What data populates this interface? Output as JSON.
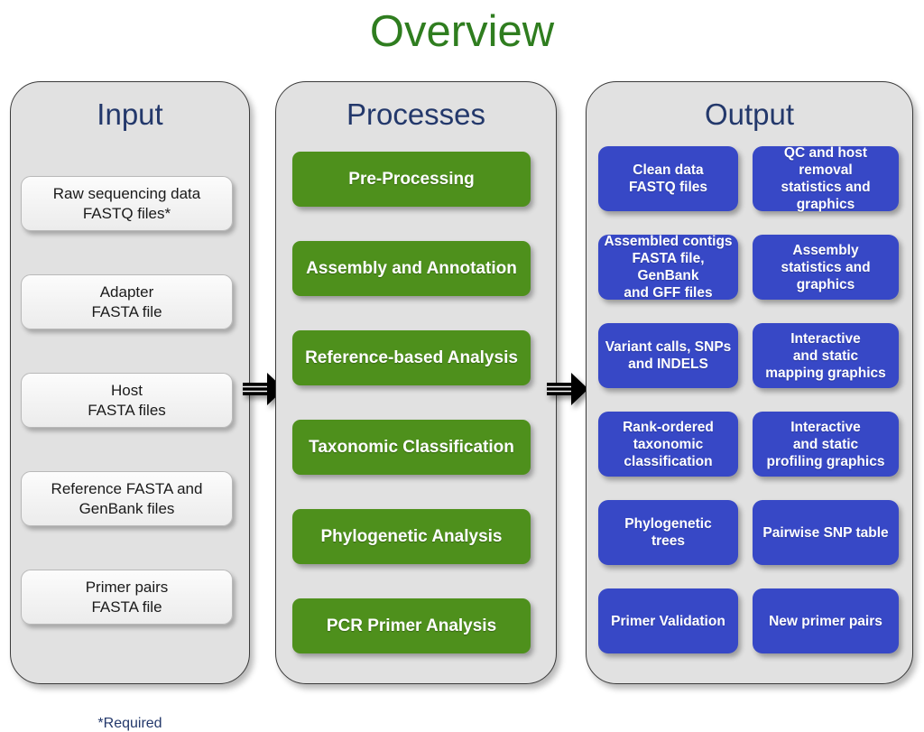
{
  "title": "Overview",
  "colors": {
    "title_green": "#2f7d1f",
    "heading_navy": "#23386b",
    "process_green": "#4e901c",
    "output_blue": "#3748c6",
    "panel_gray": "#e1e1e1",
    "background": "#ffffff",
    "arrow_black": "#000000"
  },
  "input": {
    "heading": "Input",
    "boxes": [
      {
        "label": "Raw sequencing data\nFASTQ files*"
      },
      {
        "label": "Adapter\nFASTA file"
      },
      {
        "label": "Host\nFASTA files"
      },
      {
        "label": "Reference FASTA and\nGenBank files"
      },
      {
        "label": "Primer pairs\nFASTA file"
      }
    ],
    "footnote": "*Required"
  },
  "processes": {
    "heading": "Processes",
    "boxes": [
      {
        "label": "Pre-Processing"
      },
      {
        "label": "Assembly and Annotation"
      },
      {
        "label": "Reference-based Analysis"
      },
      {
        "label": "Taxonomic Classification"
      },
      {
        "label": "Phylogenetic Analysis"
      },
      {
        "label": "PCR Primer Analysis"
      }
    ]
  },
  "output": {
    "heading": "Output",
    "rows": [
      {
        "left": "Clean data\nFASTQ files",
        "right": "QC and host removal\nstatistics and\ngraphics"
      },
      {
        "left": "Assembled contigs\nFASTA file, GenBank\nand GFF files",
        "right": "Assembly\nstatistics and\ngraphics"
      },
      {
        "left": "Variant calls, SNPs\nand INDELS",
        "right": "Interactive\nand static\nmapping graphics"
      },
      {
        "left": "Rank-ordered\ntaxonomic\nclassification",
        "right": "Interactive\nand static\nprofiling  graphics"
      },
      {
        "left": "Phylogenetic\ntrees",
        "right": "Pairwise SNP table"
      },
      {
        "left": "Primer Validation",
        "right": "New primer pairs"
      }
    ]
  },
  "arrows": [
    {
      "name": "input-to-processes",
      "direction": "right"
    },
    {
      "name": "processes-to-output",
      "direction": "right"
    }
  ]
}
